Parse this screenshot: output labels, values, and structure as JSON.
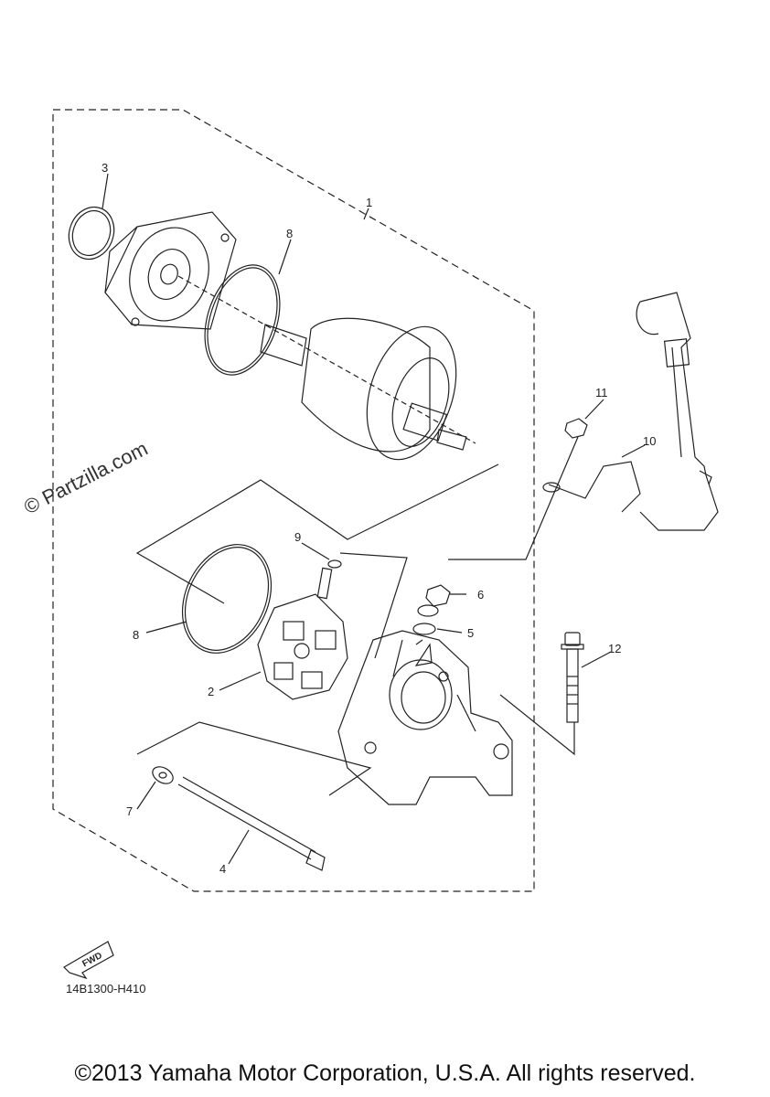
{
  "watermark": "© Partzilla.com",
  "diagram_code": "14B1300-H410",
  "fwd_label": "FWD",
  "copyright": "©2013 Yamaha Motor Corporation, U.S.A. All rights reserved.",
  "callouts": {
    "c1": "1",
    "c2": "2",
    "c3": "3",
    "c4": "4",
    "c5": "5",
    "c6": "6",
    "c7": "7",
    "c8a": "8",
    "c8b": "8",
    "c9": "9",
    "c10": "10",
    "c11": "11",
    "c12": "12"
  }
}
